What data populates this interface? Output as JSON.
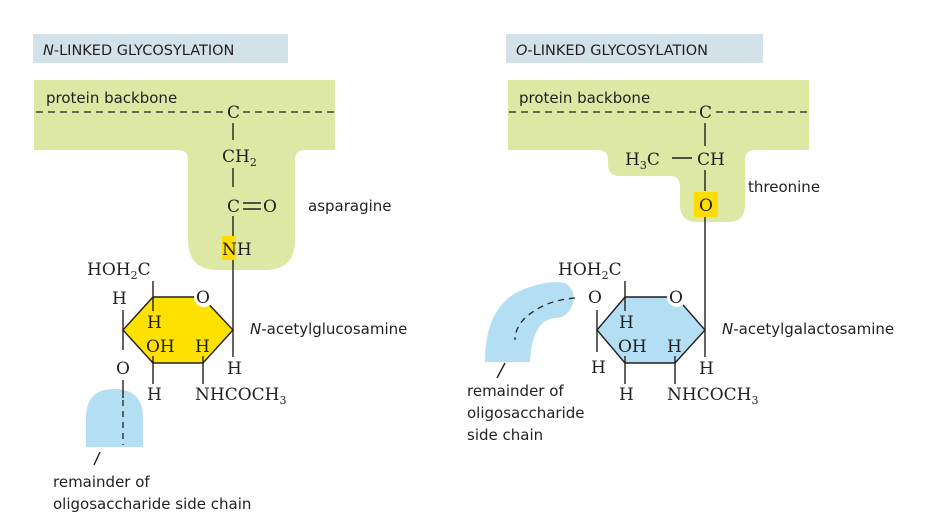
{
  "colors": {
    "protein": "#dce8a4",
    "title_bg": "#d3e1e8",
    "highlight": "#ffdd00",
    "sugar_n": "#ffe100",
    "sugar_o": "#b3def4",
    "chain": "#b3def4"
  },
  "n_linked": {
    "title_italic": "N",
    "title_rest": "-LINKED GLYCOSYLATION",
    "backbone_label": "protein backbone",
    "amino_acid": "asparagine",
    "atoms": {
      "c_alpha": "C",
      "ch": "CH",
      "ch_sub": "2",
      "c_carbonyl": "C",
      "o_double": "O",
      "n": "N",
      "nh_h": "H"
    },
    "sugar_atoms": {
      "hoh": "HOH",
      "hoh_sub": "2",
      "hoh_c": "C",
      "ring_o": "O",
      "h_left": "H",
      "h_in": "H",
      "oh": "OH",
      "h_in2": "H",
      "o_link": "O",
      "h_bottom": "H",
      "nhcoch": "NHCOCH",
      "nhcoch_sub": "3",
      "h_right": "H"
    },
    "sugar_italic": "N",
    "sugar_rest": "-acetylglucosamine",
    "chain_label": [
      "remainder of",
      "oligosaccharide side chain"
    ]
  },
  "o_linked": {
    "title_italic": "O",
    "title_rest": "-LINKED GLYCOSYLATION",
    "backbone_label": "protein backbone",
    "amino_acid": "threonine",
    "atoms": {
      "c_alpha": "C",
      "h3c_h": "H",
      "h3c_sub": "3",
      "h3c_c": "C",
      "ch": "CH",
      "o": "O"
    },
    "sugar_atoms": {
      "hoh": "HOH",
      "hoh_sub": "2",
      "hoh_c": "C",
      "o_link": "O",
      "ring_o": "O",
      "h_in": "H",
      "oh": "OH",
      "h_in2": "H",
      "h_left": "H",
      "h_bottom": "H",
      "nhcoch": "NHCOCH",
      "nhcoch_sub": "3",
      "h_right": "H"
    },
    "sugar_italic": "N",
    "sugar_rest": "-acetylgalactosamine",
    "chain_label": [
      "remainder of",
      "oligosaccharide",
      "side chain"
    ]
  }
}
